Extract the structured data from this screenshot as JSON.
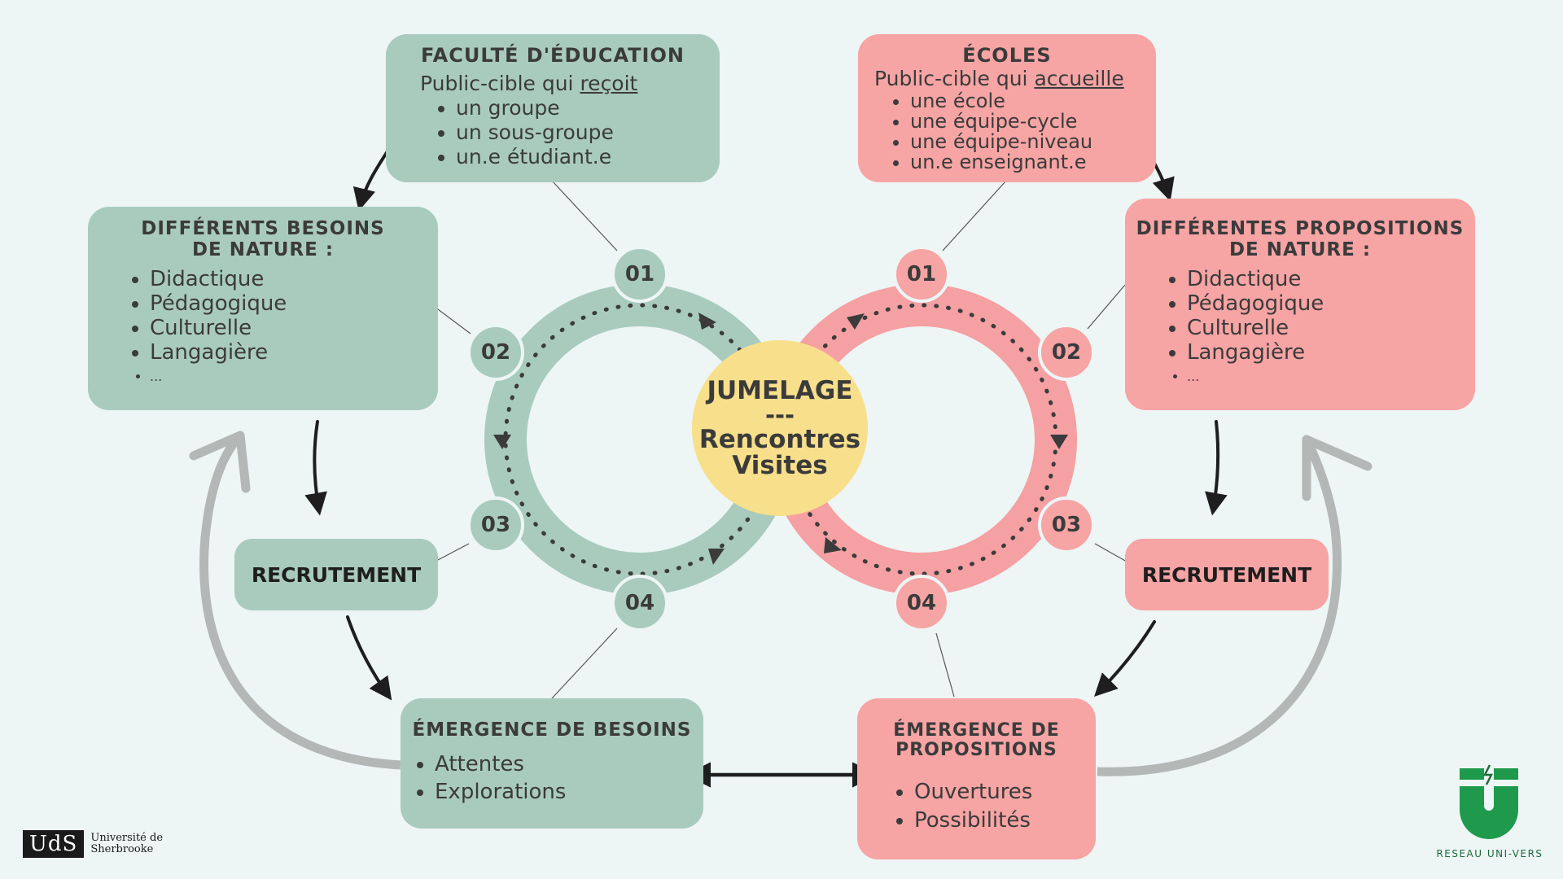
{
  "faculte": {
    "title": "FACULTÉ D'ÉDUCATION",
    "sub_prefix": "Public-cible qui ",
    "sub_underlined": "reçoit",
    "items": [
      "un groupe",
      "un sous-groupe",
      "un.e étudiant.e"
    ]
  },
  "ecoles": {
    "title": "ÉCOLES",
    "sub_prefix": "Public-cible qui ",
    "sub_underlined": "accueille",
    "items": [
      "une école",
      "une équipe-cycle",
      "une équipe-niveau",
      "un.e enseignant.e"
    ]
  },
  "besoins": {
    "title_line1": "DIFFÉRENTS BESOINS",
    "title_line2": "DE NATURE :",
    "items": [
      "Didactique",
      "Pédagogique",
      "Culturelle",
      "Langagière",
      "..."
    ]
  },
  "propositions": {
    "title_line1": "DIFFÉRENTES PROPOSITIONS",
    "title_line2": "DE NATURE :",
    "items": [
      "Didactique",
      "Pédagogique",
      "Culturelle",
      "Langagière",
      "..."
    ]
  },
  "recrutement_left": "RECRUTEMENT",
  "recrutement_right": "RECRUTEMENT",
  "emergence_besoins": {
    "title": "ÉMERGENCE DE BESOINS",
    "items": [
      "Attentes",
      "Explorations"
    ]
  },
  "emergence_propositions": {
    "title_line1": "ÉMERGENCE DE",
    "title_line2": "PROPOSITIONS",
    "items": [
      "Ouvertures",
      "Possibilités"
    ]
  },
  "center": {
    "line1": "JUMELAGE",
    "line2": "---",
    "line3": "Rencontres",
    "line4": "Visites"
  },
  "badges": {
    "g1": "01",
    "g2": "02",
    "g3": "03",
    "g4": "04",
    "p1": "01",
    "p2": "02",
    "p3": "03",
    "p4": "04"
  },
  "logos": {
    "uds_mark": "UdS",
    "uds_name_line1": "Université de",
    "uds_name_line2": "Sherbrooke",
    "reseau": "RESEAU UNI-VERS"
  },
  "colors": {
    "green": "#a9cbbd",
    "pink": "#f7a4a4",
    "yellow": "#f8df8b",
    "ring_green": "#a8cbbd",
    "ring_pink": "#f5a0a2",
    "loop_gray": "#b3b8b6",
    "logo_green": "#1f9a4c"
  }
}
